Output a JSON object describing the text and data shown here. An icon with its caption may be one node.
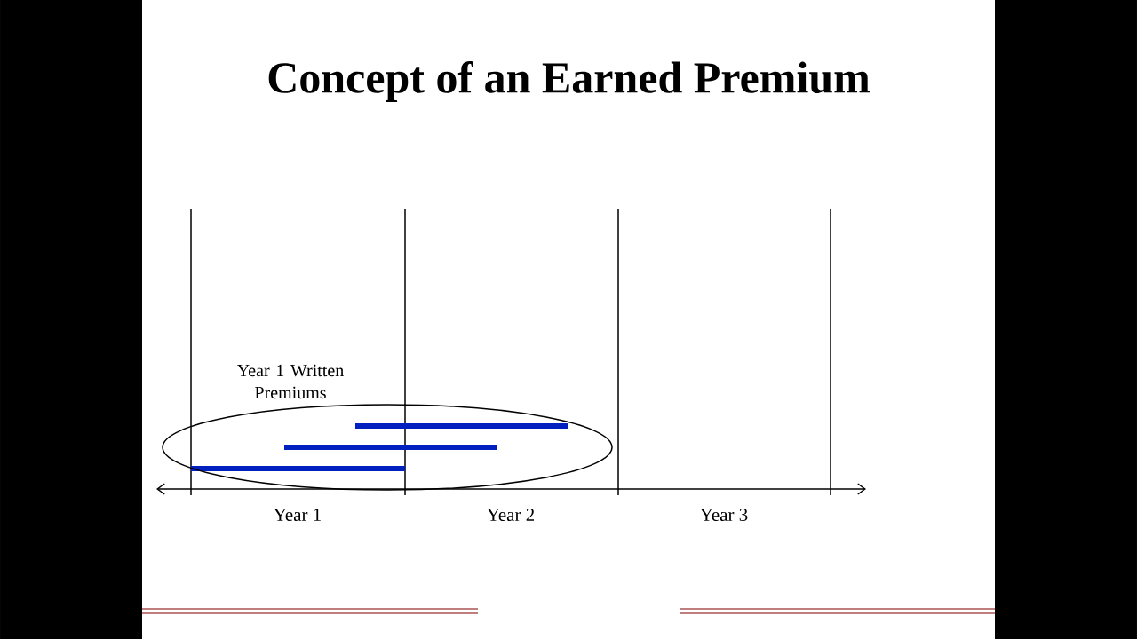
{
  "diagram": {
    "title": "Concept of an Earned Premium",
    "nodes": [
      {
        "text": [
          "Year 1 Written Premiums"
        ]
      }
    ],
    "labels": [
      "Year 1",
      "Year 2",
      "Year 3"
    ]
  }
}
